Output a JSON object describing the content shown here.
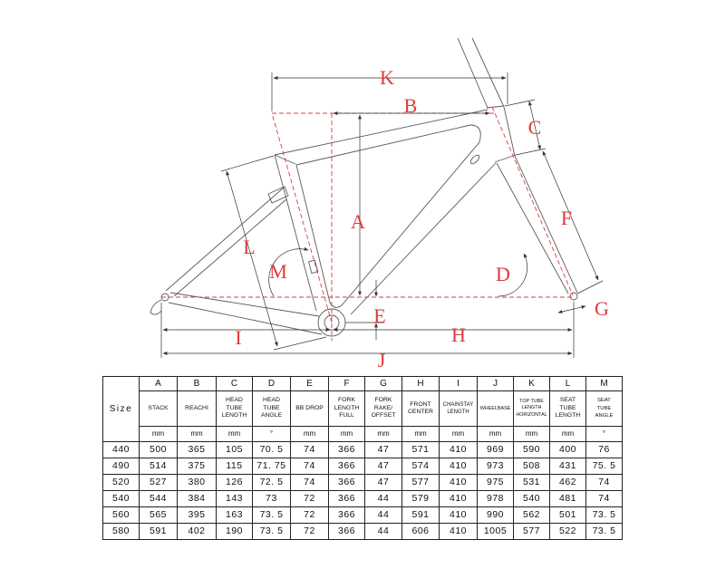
{
  "colors": {
    "dimension": "#e03a3a",
    "frame": "#5a5a5a",
    "table_border": "#222222"
  },
  "diagram": {
    "labels": [
      "K",
      "B",
      "C",
      "F",
      "D",
      "G",
      "A",
      "L",
      "M",
      "E",
      "I",
      "H",
      "J"
    ]
  },
  "table": {
    "size_header": "Size",
    "columns": [
      {
        "letter": "A",
        "desc": "STACK",
        "unit": "mm"
      },
      {
        "letter": "B",
        "desc": "REACHI",
        "unit": "mm"
      },
      {
        "letter": "C",
        "desc": "HEAD\nTUBE\nLENGTH",
        "unit": "mm"
      },
      {
        "letter": "D",
        "desc": "HEAD\nTUBE\nANGLE",
        "unit": "°"
      },
      {
        "letter": "E",
        "desc": "BB DROP",
        "unit": "mm"
      },
      {
        "letter": "F",
        "desc": "FORK\nLENGTH\nFULL",
        "unit": "mm"
      },
      {
        "letter": "G",
        "desc": "FORK\nRAKE/\nOFFSET",
        "unit": "mm"
      },
      {
        "letter": "H",
        "desc": "FRONT\nCENTER",
        "unit": "mm"
      },
      {
        "letter": "I",
        "desc": "CHAINSTAY\nLENGTH",
        "unit": "mm"
      },
      {
        "letter": "J",
        "desc": "WHEELBASE",
        "unit": "mm"
      },
      {
        "letter": "K",
        "desc": "TOP TUBE\nLENGTH\nHORIZONTAL",
        "unit": "mm"
      },
      {
        "letter": "L",
        "desc": "SEAT\nTUBE\nLENGTH",
        "unit": "mm"
      },
      {
        "letter": "M",
        "desc": "SEAT\nTUBE\nANGLE",
        "unit": "°"
      }
    ],
    "rows": [
      {
        "size": "440",
        "values": [
          "500",
          "365",
          "105",
          "70. 5",
          "74",
          "366",
          "47",
          "571",
          "410",
          "969",
          "590",
          "400",
          "76"
        ]
      },
      {
        "size": "490",
        "values": [
          "514",
          "375",
          "115",
          "71. 75",
          "74",
          "366",
          "47",
          "574",
          "410",
          "973",
          "508",
          "431",
          "75. 5"
        ]
      },
      {
        "size": "520",
        "values": [
          "527",
          "380",
          "126",
          "72. 5",
          "74",
          "366",
          "47",
          "577",
          "410",
          "975",
          "531",
          "462",
          "74"
        ]
      },
      {
        "size": "540",
        "values": [
          "544",
          "384",
          "143",
          "73",
          "72",
          "366",
          "44",
          "579",
          "410",
          "978",
          "540",
          "481",
          "74"
        ]
      },
      {
        "size": "560",
        "values": [
          "565",
          "395",
          "163",
          "73. 5",
          "72",
          "366",
          "44",
          "591",
          "410",
          "990",
          "562",
          "501",
          "73. 5"
        ]
      },
      {
        "size": "580",
        "values": [
          "591",
          "402",
          "190",
          "73. 5",
          "72",
          "366",
          "44",
          "606",
          "410",
          "1005",
          "577",
          "522",
          "73. 5"
        ]
      }
    ]
  }
}
